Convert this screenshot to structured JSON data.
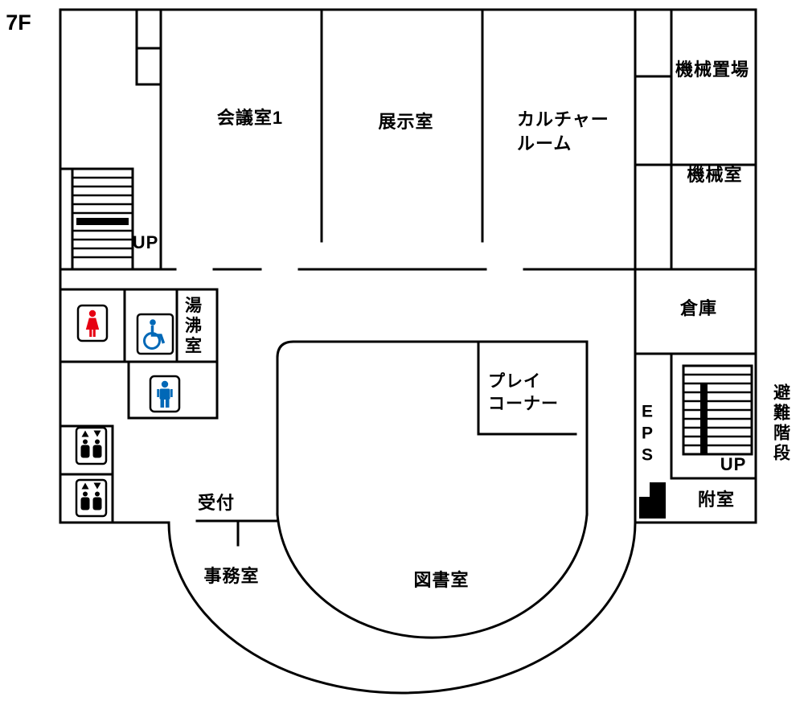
{
  "floor": {
    "label": "7F"
  },
  "rooms": {
    "meeting1": {
      "label": "会議室1"
    },
    "exhibition": {
      "label": "展示室"
    },
    "culture": {
      "label": "カルチャー\nルーム"
    },
    "machine_storage": {
      "label": "機械置場"
    },
    "machine_room": {
      "label": "機械室"
    },
    "warehouse": {
      "label": "倉庫"
    },
    "hot_water": {
      "label": "湯沸室"
    },
    "play_corner": {
      "label": "プレイ\nコーナー"
    },
    "eps": {
      "label": "EPS"
    },
    "evac_stairs": {
      "label": "避難階段"
    },
    "vestibule": {
      "label": "附室"
    },
    "reception": {
      "label": "受付"
    },
    "office": {
      "label": "事務室"
    },
    "library": {
      "label": "図書室"
    }
  },
  "stairs": {
    "left_label": "UP",
    "right_label": "UP"
  },
  "icons": {
    "female_toilet": "female-toilet-icon",
    "accessible_toilet": "wheelchair-icon",
    "male_toilet": "male-toilet-icon",
    "elevator_upper": "elevator-icon",
    "elevator_lower": "elevator-icon"
  },
  "colors": {
    "wall": "#000000",
    "female_red": "#e60012",
    "male_blue": "#0068b7",
    "background": "#ffffff"
  }
}
